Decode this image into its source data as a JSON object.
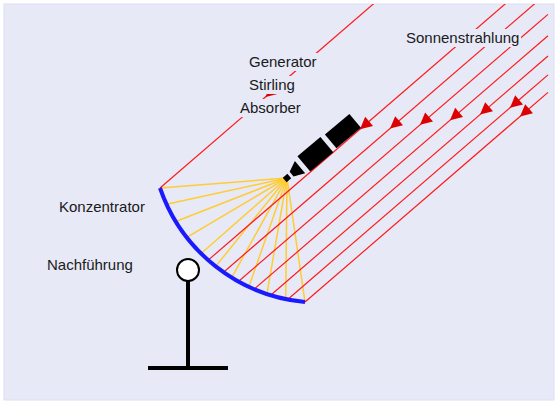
{
  "diagram": {
    "labels": [
      "Generator",
      "Stirling",
      "Absorber",
      "Sonnenstrahlung",
      "Konzentrator",
      "Nachführung"
    ]
  }
}
